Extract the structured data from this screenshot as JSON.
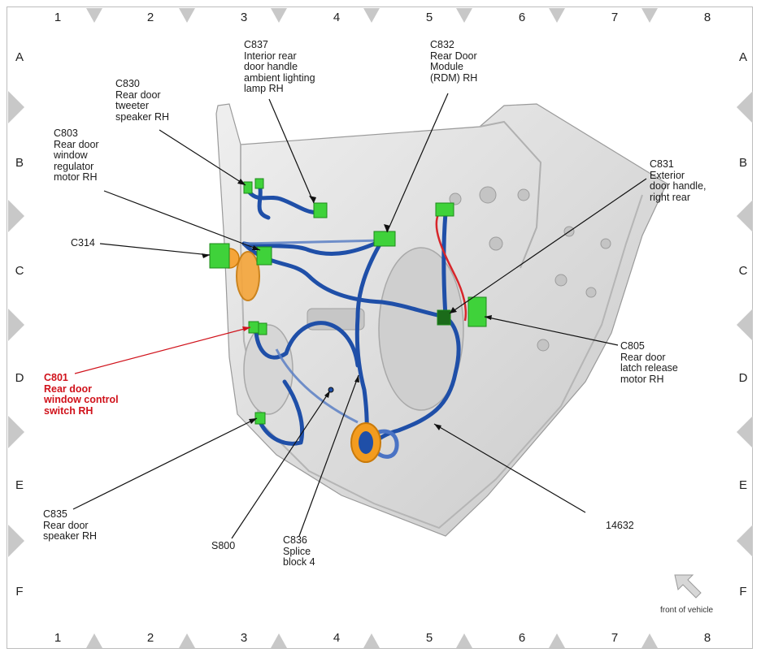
{
  "grid": {
    "columns": [
      "1",
      "2",
      "3",
      "4",
      "5",
      "6",
      "7",
      "8"
    ],
    "rows": [
      "A",
      "B",
      "C",
      "D",
      "E",
      "F"
    ]
  },
  "labels": {
    "c837": "C837\nInterior rear\ndoor handle\nambient lighting\nlamp RH",
    "c832": "C832\nRear Door\nModule\n(RDM) RH",
    "c830": "C830\nRear door\ntweeter\nspeaker RH",
    "c803": "C803\nRear door\nwindow\nregulator\nmotor RH",
    "c831": "C831\nExterior\ndoor handle,\nright rear",
    "c314": "C314",
    "c805": "C805\nRear door\nlatch release\nmotor RH",
    "c801": "C801\nRear door\nwindow control\nswitch RH",
    "c835": "C835\nRear door\nspeaker RH",
    "s800": "S800",
    "c836": "C836\nSplice\nblock 4",
    "h14632": "14632"
  },
  "front_of_vehicle": "front of vehicle",
  "colors": {
    "harness": "#1f4fa8",
    "connector": "#3fd23a",
    "orange": "#f39c1f",
    "highlight_label": "#d0121b",
    "door": "#d9d9d9"
  }
}
